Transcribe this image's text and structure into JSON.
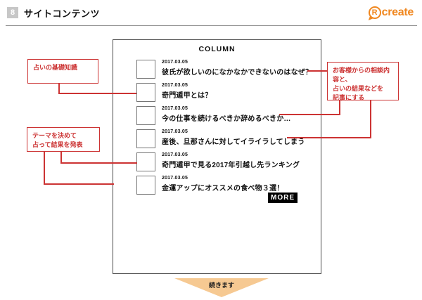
{
  "header": {
    "slide_number": "8",
    "title": "サイトコンテンツ",
    "logo_r": "R",
    "logo_text": "create"
  },
  "column_panel": {
    "title": "COLUMN",
    "items": [
      {
        "date": "2017.03.05",
        "title": "彼氏が欲しいのになかなかできないのはなぜ？"
      },
      {
        "date": "2017.03.05",
        "title": "奇門遁甲とは？"
      },
      {
        "date": "2017.03.05",
        "title": "今の仕事を続けるべきか辞めるべきか…"
      },
      {
        "date": "2017.03.05",
        "title": "産後、旦那さんに対してイライラしてしまう"
      },
      {
        "date": "2017.03.05",
        "title": "奇門遁甲で見る2017年引越し先ランキング"
      },
      {
        "date": "2017.03.05",
        "title": "金運アップにオススメの食べ物３選！"
      }
    ],
    "more_label": "MORE"
  },
  "annotations": {
    "left_top": [
      "占いの基礎知識"
    ],
    "left_bottom": [
      "テーマを決めて",
      "占って結果を発表"
    ],
    "right": [
      "お客様からの相談内容と、",
      "占いの結果などを",
      "記事にする"
    ]
  },
  "footer": {
    "continues_label": "続きます"
  },
  "colors": {
    "annotation_red": "#cc3333",
    "logo_orange": "#f0871f",
    "arrow_tan": "#f6c992",
    "more_button_bg": "#000000",
    "badge_gray": "#c7c7c7"
  }
}
